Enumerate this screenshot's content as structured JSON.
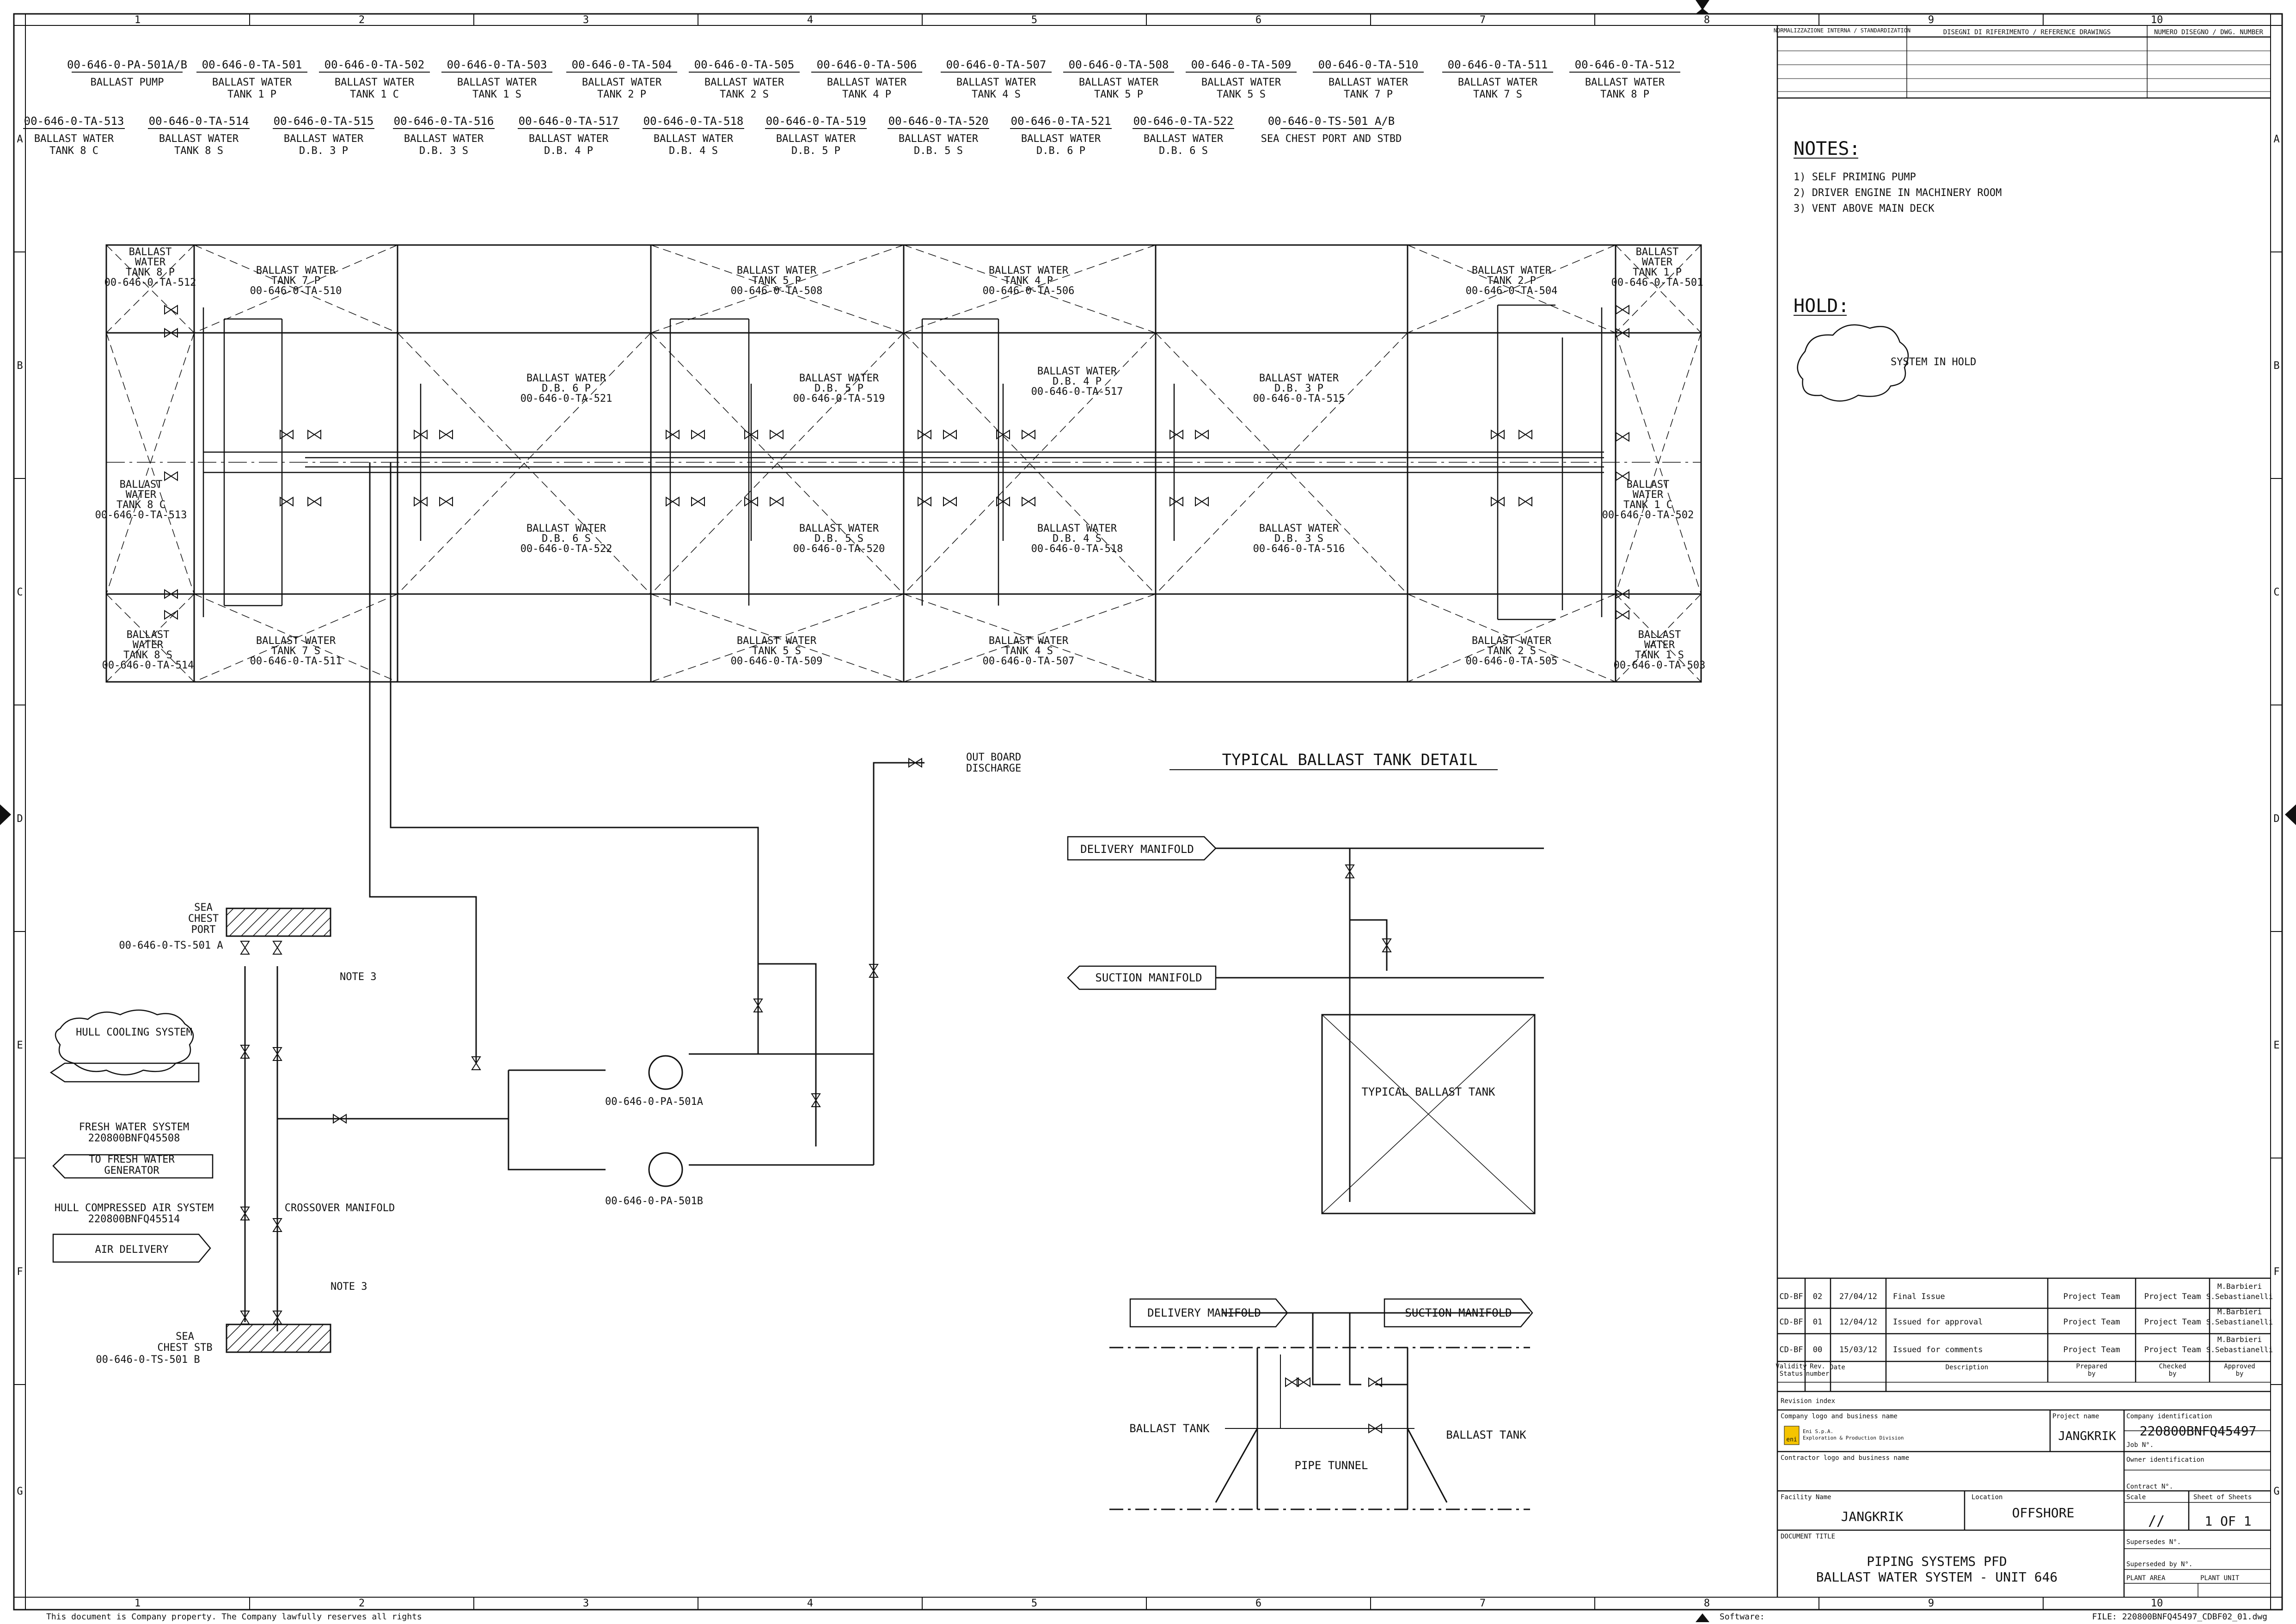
{
  "header_tags": {
    "row1": [
      {
        "tag": "00-646-0-PA-501A/B",
        "desc": [
          "BALLAST PUMP"
        ]
      },
      {
        "tag": "00-646-0-TA-501",
        "desc": [
          "BALLAST WATER",
          "TANK 1 P"
        ]
      },
      {
        "tag": "00-646-0-TA-502",
        "desc": [
          "BALLAST WATER",
          "TANK 1 C"
        ]
      },
      {
        "tag": "00-646-0-TA-503",
        "desc": [
          "BALLAST WATER",
          "TANK 1 S"
        ]
      },
      {
        "tag": "00-646-0-TA-504",
        "desc": [
          "BALLAST WATER",
          "TANK 2 P"
        ]
      },
      {
        "tag": "00-646-0-TA-505",
        "desc": [
          "BALLAST WATER",
          "TANK 2 S"
        ]
      },
      {
        "tag": "00-646-0-TA-506",
        "desc": [
          "BALLAST WATER",
          "TANK 4 P"
        ]
      },
      {
        "tag": "00-646-0-TA-507",
        "desc": [
          "BALLAST WATER",
          "TANK 4 S"
        ]
      },
      {
        "tag": "00-646-0-TA-508",
        "desc": [
          "BALLAST WATER",
          "TANK 5 P"
        ]
      },
      {
        "tag": "00-646-0-TA-509",
        "desc": [
          "BALLAST WATER",
          "TANK 5 S"
        ]
      },
      {
        "tag": "00-646-0-TA-510",
        "desc": [
          "BALLAST WATER",
          "TANK 7 P"
        ]
      },
      {
        "tag": "00-646-0-TA-511",
        "desc": [
          "BALLAST WATER",
          "TANK 7 S"
        ]
      },
      {
        "tag": "00-646-0-TA-512",
        "desc": [
          "BALLAST WATER",
          "TANK 8 P"
        ]
      }
    ],
    "row2": [
      {
        "tag": "00-646-0-TA-513",
        "desc": [
          "BALLAST WATER",
          "TANK 8 C"
        ]
      },
      {
        "tag": "00-646-0-TA-514",
        "desc": [
          "BALLAST WATER",
          "TANK 8 S"
        ]
      },
      {
        "tag": "00-646-0-TA-515",
        "desc": [
          "BALLAST WATER",
          "D.B. 3 P"
        ]
      },
      {
        "tag": "00-646-0-TA-516",
        "desc": [
          "BALLAST WATER",
          "D.B. 3 S"
        ]
      },
      {
        "tag": "00-646-0-TA-517",
        "desc": [
          "BALLAST WATER",
          "D.B. 4 P"
        ]
      },
      {
        "tag": "00-646-0-TA-518",
        "desc": [
          "BALLAST WATER",
          "D.B. 4 S"
        ]
      },
      {
        "tag": "00-646-0-TA-519",
        "desc": [
          "BALLAST WATER",
          "D.B. 5 P"
        ]
      },
      {
        "tag": "00-646-0-TA-520",
        "desc": [
          "BALLAST WATER",
          "D.B. 5 S"
        ]
      },
      {
        "tag": "00-646-0-TA-521",
        "desc": [
          "BALLAST WATER",
          "D.B. 6 P"
        ]
      },
      {
        "tag": "00-646-0-TA-522",
        "desc": [
          "BALLAST WATER",
          "D.B. 6 S"
        ]
      },
      {
        "tag": "00-646-0-TS-501 A/B",
        "desc": [
          "SEA CHEST PORT AND STBD"
        ]
      }
    ]
  },
  "grid": {
    "cols": [
      "1",
      "2",
      "3",
      "4",
      "5",
      "6",
      "7",
      "8",
      "9",
      "10"
    ],
    "rows": [
      "A",
      "B",
      "C",
      "D",
      "E",
      "F",
      "G"
    ]
  },
  "tanks": [
    {
      "lines": [
        "BALLAST",
        "WATER",
        "TANK 8 P",
        "00-646-0-TA-512"
      ]
    },
    {
      "lines": [
        "BALLAST WATER",
        "TANK 7 P",
        "00-646-0-TA-510"
      ]
    },
    {
      "lines": [
        "BALLAST WATER",
        "TANK 5 P",
        "00-646-0-TA-508"
      ]
    },
    {
      "lines": [
        "BALLAST WATER",
        "TANK 4 P",
        "00-646-0-TA-506"
      ]
    },
    {
      "lines": [
        "BALLAST WATER",
        "TANK 2 P",
        "00-646-0-TA-504"
      ]
    },
    {
      "lines": [
        "BALLAST",
        "WATER",
        "TANK 1 P",
        "00-646-0-TA-501"
      ]
    },
    {
      "lines": [
        "BALLAST WATER",
        "D.B. 6 P",
        "00-646-0-TA-521"
      ]
    },
    {
      "lines": [
        "BALLAST WATER",
        "D.B. 5 P",
        "00-646-0-TA-519"
      ]
    },
    {
      "lines": [
        "BALLAST WATER",
        "D.B. 4 P",
        "00-646-0-TA-517"
      ]
    },
    {
      "lines": [
        "BALLAST WATER",
        "D.B. 3 P",
        "00-646-0-TA-515"
      ]
    },
    {
      "lines": [
        "BALLAST",
        "WATER",
        "TANK 8 C",
        "00-646-0-TA-513"
      ]
    },
    {
      "lines": [
        "BALLAST",
        "WATER",
        "TANK 1 C",
        "00-646-0-TA-502"
      ]
    },
    {
      "lines": [
        "BALLAST WATER",
        "D.B. 6 S",
        "00-646-0-TA-522"
      ]
    },
    {
      "lines": [
        "BALLAST WATER",
        "D.B. 5 S",
        "00-646-0-TA-520"
      ]
    },
    {
      "lines": [
        "BALLAST WATER",
        "D.B. 4 S",
        "00-646-0-TA-518"
      ]
    },
    {
      "lines": [
        "BALLAST WATER",
        "D.B. 3 S",
        "00-646-0-TA-516"
      ]
    },
    {
      "lines": [
        "BALLAST",
        "WATER",
        "TANK 8 S",
        "00-646-0-TA-514"
      ]
    },
    {
      "lines": [
        "BALLAST WATER",
        "TANK 7 S",
        "00-646-0-TA-511"
      ]
    },
    {
      "lines": [
        "BALLAST WATER",
        "TANK 5 S",
        "00-646-0-TA-509"
      ]
    },
    {
      "lines": [
        "BALLAST WATER",
        "TANK 4 S",
        "00-646-0-TA-507"
      ]
    },
    {
      "lines": [
        "BALLAST WATER",
        "TANK 2 S",
        "00-646-0-TA-505"
      ]
    },
    {
      "lines": [
        "BALLAST",
        "WATER",
        "TANK 1 S",
        "00-646-0-TA-503"
      ]
    }
  ],
  "system": {
    "sea_chest_port": [
      "SEA",
      "CHEST",
      "PORT",
      "00-646-0-TS-501 A"
    ],
    "sea_chest_stb": [
      "SEA",
      "CHEST STB",
      "00-646-0-TS-501 B"
    ],
    "note3": "NOTE 3",
    "hull_cooling": "HULL COOLING SYSTEM",
    "fresh_water_title": [
      "FRESH WATER SYSTEM",
      "220800BNFQ45508"
    ],
    "to_fw_gen": [
      "TO FRESH WATER",
      "GENERATOR"
    ],
    "compressed_air_title": [
      "HULL COMPRESSED AIR SYSTEM",
      "220800BNFQ45514"
    ],
    "air_delivery": "AIR  DELIVERY",
    "crossover": "CROSSOVER MANIFOLD",
    "pump_a": "00-646-0-PA-501A",
    "pump_b": "00-646-0-PA-501B",
    "outboard": [
      "OUT BOARD",
      "DISCHARGE"
    ]
  },
  "detail": {
    "title": "TYPICAL  BALLAST  TANK  DETAIL",
    "delivery": "DELIVERY MANIFOLD",
    "suction": "SUCTION MANIFOLD",
    "typical_tank": "TYPICAL  BALLAST  TANK",
    "ballast_tank": "BALLAST TANK",
    "pipe_tunnel": "PIPE  TUNNEL"
  },
  "notes": {
    "title": "NOTES:",
    "items": [
      "1)  SELF PRIMING PUMP",
      "2)  DRIVER ENGINE IN MACHINERY ROOM",
      "3)  VENT ABOVE MAIN DECK"
    ],
    "hold_title": "HOLD:",
    "hold_text": "SYSTEM IN HOLD"
  },
  "ref_header": [
    "NORMALIZZAZIONE INTERNA / STANDARDIZATION",
    "DISEGNI DI RIFERIMENTO / REFERENCE DRAWINGS",
    "NUMERO DISEGNO / DWG. NUMBER"
  ],
  "revisions": [
    {
      "status": "CD-BF",
      "rev": "02",
      "date": "27/04/12",
      "desc": "Final Issue",
      "prepared": "Project Team",
      "checked": "Project Team",
      "approved": [
        "M.Barbieri",
        "S.Sebastianelli"
      ]
    },
    {
      "status": "CD-BF",
      "rev": "01",
      "date": "12/04/12",
      "desc": "Issued for approval",
      "prepared": "Project Team",
      "checked": "Project Team",
      "approved": [
        "M.Barbieri",
        "S.Sebastianelli"
      ]
    },
    {
      "status": "CD-BF",
      "rev": "00",
      "date": "15/03/12",
      "desc": "Issued for comments",
      "prepared": "Project Team",
      "checked": "Project Team",
      "approved": [
        "M.Barbieri",
        "S.Sebastianelli"
      ]
    }
  ],
  "rev_headers": {
    "status": [
      "Validity",
      "Status"
    ],
    "rev": [
      "Rev.",
      "number"
    ],
    "date": "Date",
    "desc": "Description",
    "prepared": [
      "Prepared",
      "by"
    ],
    "checked": [
      "Checked",
      "by"
    ],
    "approved": [
      "Approved",
      "by"
    ],
    "index": "Revision index"
  },
  "titleblock": {
    "company_label": "Company logo and business name",
    "company_name": [
      "Eni S.p.A.",
      "Exploration & Production Division"
    ],
    "logo": "eni",
    "project_label": "Project name",
    "project": "JANGKRIK",
    "company_id_label": "Company identification",
    "company_id": "220800BNFQ45497",
    "job_label": "Job N°.",
    "contractor_label": "Contractor logo and business name",
    "owner_label": "Owner identification",
    "contract_label": "Contract N°.",
    "facility_label": "Facility Name",
    "facility": "JANGKRIK",
    "location_label": "Location",
    "location": "OFFSHORE",
    "scale_label": "Scale",
    "scale": "//",
    "sheet_label": "Sheet of Sheets",
    "sheet": "1 OF 1",
    "doc_title_label": "DOCUMENT TITLE",
    "doc_title": [
      "PIPING SYSTEMS PFD",
      "BALLAST WATER SYSTEM - UNIT 646"
    ],
    "supersedes": "Supersedes N°.",
    "superseded": "Superseded by N°.",
    "plant_area": "PLANT AREA",
    "plant_unit": "PLANT UNIT"
  },
  "footer": {
    "property": "This document is Company property. The Company lawfully reserves all rights",
    "software": "Software:",
    "file": "FILE: 220800BNFQ45497_CDBF02_01.dwg"
  }
}
